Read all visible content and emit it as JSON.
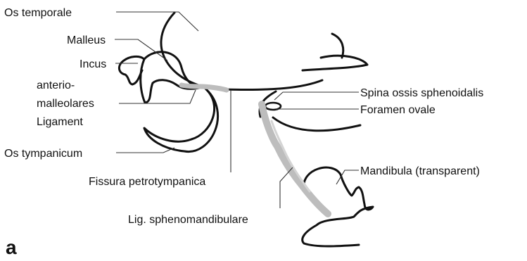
{
  "panel_label": "a",
  "labels": {
    "os_temporale": "Os temporale",
    "malleus": "Malleus",
    "incus": "Incus",
    "ligament_line1": "anterio-",
    "ligament_line2": "malleolares",
    "ligament_line3": "Ligament",
    "os_tympanicum": "Os tympanicum",
    "fissura": "Fissura petrotympanica",
    "lig_spheno": "Lig. sphenomandibulare",
    "spina": "Spina ossis sphenoidalis",
    "foramen": "Foramen ovale",
    "mandibula": "Mandibula (transparent)"
  },
  "colors": {
    "outline": "#111111",
    "ligament": "#bdbdbd",
    "leader": "#333333"
  }
}
